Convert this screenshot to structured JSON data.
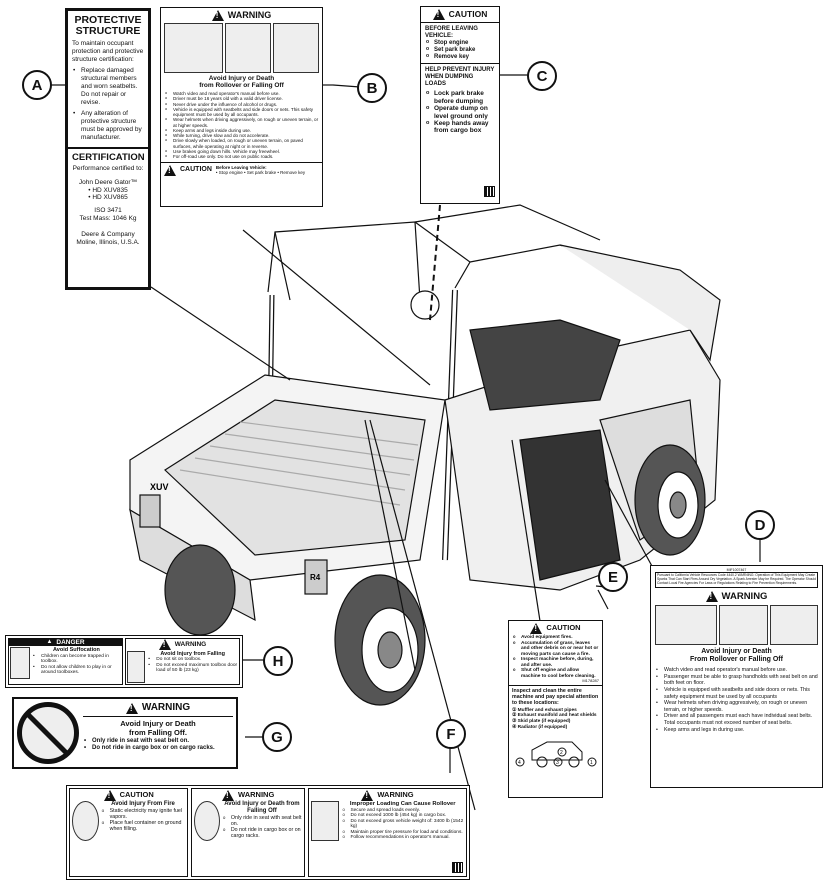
{
  "callouts": [
    "A",
    "B",
    "C",
    "D",
    "E",
    "F",
    "G",
    "H"
  ],
  "label_a": {
    "title": "PROTECTIVE STRUCTURE",
    "intro": "To maintain occupant protection and protective structure certification:",
    "bullets": [
      "Replace damaged structural members and worn seatbelts. Do not repair or revise.",
      "Any alteration of protective structure must be approved by manufacturer."
    ],
    "cert_title": "CERTIFICATION",
    "cert_intro": "Performance certified to:",
    "brand": "John Deere Gator™",
    "models": [
      "HD XUV835",
      "HD XUV865"
    ],
    "iso": "ISO 3471",
    "mass": "Test Mass: 1046 Kg",
    "company": "Deere & Company",
    "city": "Moline, Illinois, U.S.A."
  },
  "label_b": {
    "header": "WARNING",
    "title1": "Avoid Injury or Death",
    "title2": "from Rollover or Falling Off",
    "bullets": [
      "Watch video and read operator's manual before use.",
      "Driver must be 16 years old with a valid driver license.",
      "Never drive under the influence of alcohol or drugs.",
      "Vehicle is equipped with seatbelts and side doors or nets. This safety equipment must be used by all occupants.",
      "Wear helmets when driving aggressively, on rough or uneven terrain, or at higher speeds.",
      "Keep arms and legs inside during use.",
      "While turning, drive slow and do not accelerate.",
      "Drive slowly when loaded, on rough or uneven terrain, on paved surfaces, while operating at night or in reverse.",
      "Use brakes going down hills. Vehicle may freewheel.",
      "For off-road use only. Do not use on public roads."
    ],
    "footer_header": "CAUTION",
    "footer_title": "Before Leaving Vehicle:",
    "footer_items": [
      "Stop engine",
      "Set park brake",
      "Remove key"
    ]
  },
  "label_c": {
    "header": "CAUTION",
    "title": "BEFORE LEAVING VEHICLE:",
    "items": [
      "Stop engine",
      "Set park brake",
      "Remove key"
    ],
    "title2": "HELP PREVENT INJURY WHEN DUMPING LOADS",
    "items2": [
      "Lock park brake before dumping",
      "Operate dump on level ground only",
      "Keep hands away from cargo box"
    ]
  },
  "label_d": {
    "code": "MIF1007467",
    "small_text": "Pursuant to California Vehicle Resources Code 4440.2 WARNING: Operation of This Equipment May Create Sparks That Can Start Fires Around Dry Vegetation. A Spark Arrester May be Required. The Operator Should Contact Local Fire Agencies For Laws or Regulations Relating to Fire Prevention Requirements.",
    "header": "WARNING",
    "title1": "Avoid Injury or Death",
    "title2": "From Rollover or Falling Off",
    "bullets": [
      "Watch video and read operator's manual before use.",
      "Passenger must be able to grasp handholds with seat belt on and both feet on floor.",
      "Vehicle is equipped with seatbelts and side doors or nets. This safety equipment must be used by all occupants",
      "Wear helmets when driving aggressively, on rough or uneven terrain, or higher speeds.",
      "Driver and all passengers must each have individual seat belts. Total occupants must not exceed number of seat belts.",
      "Keep arms and legs in during use."
    ]
  },
  "label_e": {
    "header": "CAUTION",
    "items": [
      "Avoid equipment fires.",
      "Accumulation of grass, leaves and other debris on or near hot or moving parts can cause a fire.",
      "Inspect machine before, during, and after use.",
      "Shut off engine and allow machine to cool before cleaning."
    ],
    "code": "M178287",
    "title": "Inspect and clean the entire machine and pay special attention to these locations:",
    "locations": [
      "Muffler and exhaust pipes",
      "Exhaust manifold and heat shields",
      "Skid plate (if equipped)",
      "Radiator (if equipped)"
    ],
    "markers": [
      "1",
      "2",
      "3",
      "4"
    ]
  },
  "label_h": {
    "danger_header": "DANGER",
    "danger_title": "Avoid Suffocation",
    "danger_items": [
      "Children can become trapped in toolbox.",
      "Do not allow children to play in or around toolboxes."
    ],
    "warn_header": "WARNING",
    "warn_title": "Avoid Injury from Falling",
    "warn_items": [
      "Do not sit on toolbox.",
      "Do not exceed maximum toolbox door load of 50 lb (23 kg)"
    ]
  },
  "label_g": {
    "header": "WARNING",
    "title1": "Avoid Injury or Death",
    "title2": "from Falling Off.",
    "items": [
      "Only ride in seat with seat belt on.",
      "Do not ride in cargo box or on cargo racks."
    ]
  },
  "label_f": {
    "caution_header": "CAUTION",
    "caution_title": "Avoid Injury From Fire",
    "caution_items": [
      "Static electricity may ignite fuel vapors.",
      "Place fuel container on ground when filling."
    ],
    "warn1_header": "WARNING",
    "warn1_title": "Avoid Injury or Death from Falling Off",
    "warn1_items": [
      "Only ride in seat with seat belt on.",
      "Do not ride in cargo box or on cargo racks."
    ],
    "warn2_header": "WARNING",
    "warn2_title": "Improper Loading Can Cause Rollover",
    "warn2_items": [
      "Secure and spread loads evenly.",
      "Do not exceed 1000 lb (454 kg) in cargo box.",
      "Do not exceed gross vehicle weight of: 3400 lb (1542 kg)",
      "Maintain proper tire pressure for load and conditions.",
      "Follow recommendations in operator's manual."
    ]
  },
  "vehicle": {
    "side_badge": "XUV",
    "rear_badge": "R4"
  }
}
